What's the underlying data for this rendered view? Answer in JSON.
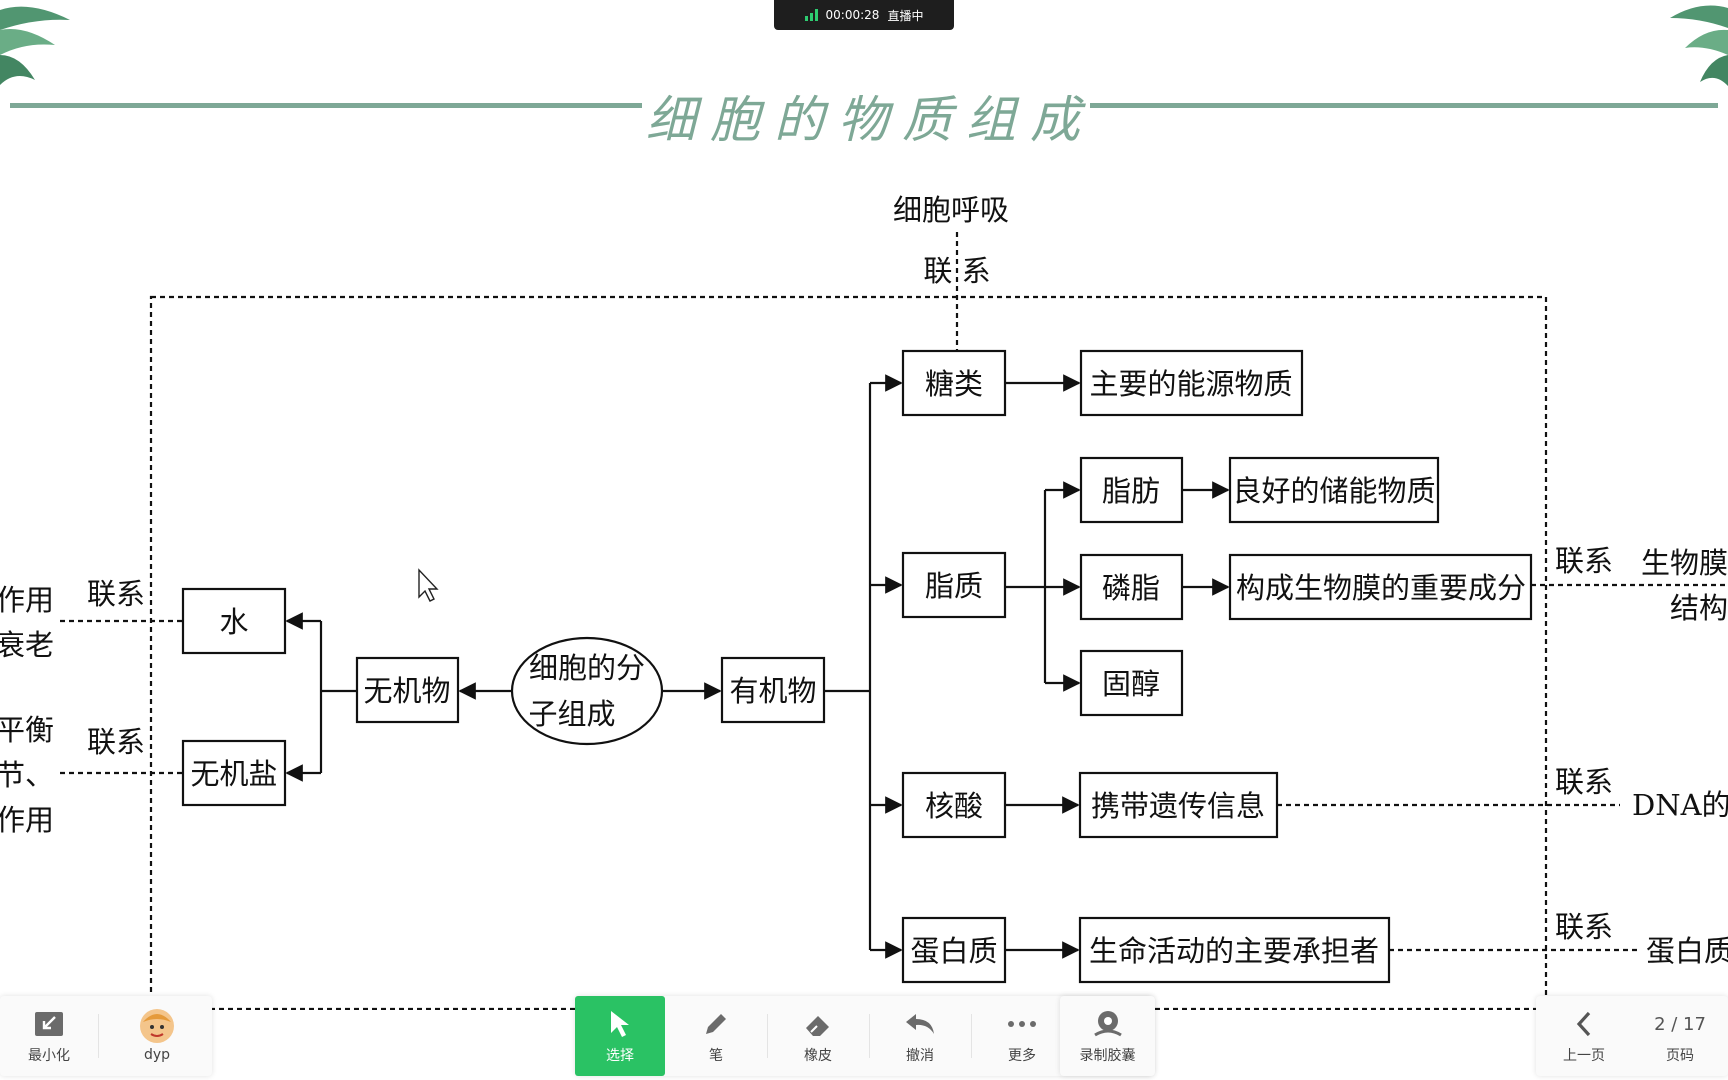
{
  "status_bar": {
    "timer": "00:00:28",
    "status": "直播中"
  },
  "slide": {
    "title": "细胞的物质组成"
  },
  "diagram": {
    "center_node": [
      "细胞的分",
      "子组成"
    ],
    "inorganic": "无机物",
    "organic": "有机物",
    "water": "水",
    "salt": "无机盐",
    "sugar": "糖类",
    "lipid": "脂质",
    "nucleic": "核酸",
    "protein": "蛋白质",
    "fat": "脂肪",
    "phospholipid": "磷脂",
    "sterol": "固醇",
    "sugar_role": "主要的能源物质",
    "fat_role": "良好的储能物质",
    "phospholipid_role": "构成生物膜的重要成分",
    "nucleic_role": "携带遗传信息",
    "protein_role": "生命活动的主要承担者",
    "link_label": "联系",
    "top_link": "细胞呼吸",
    "top_link_label": "联 系",
    "left_water_1": "作用",
    "left_water_2": "衰老",
    "left_salt_1": "平衡",
    "left_salt_2": "节、",
    "left_salt_3": "作用",
    "right_membrane_1": "生物膜",
    "right_membrane_2": "结构",
    "right_dna": "DNA的结",
    "right_protein": "蛋白质"
  },
  "toolbar": {
    "minimize": "最小化",
    "user": "dyp",
    "select": "选择",
    "pen": "笔",
    "eraser": "橡皮",
    "undo": "撤消",
    "more": "更多",
    "record": "录制胶囊",
    "prev": "上一页",
    "page_label": "页码",
    "page_num": "2 / 17"
  },
  "colors": {
    "accent_green": "#2ac264",
    "title_green": "#7ea896"
  }
}
